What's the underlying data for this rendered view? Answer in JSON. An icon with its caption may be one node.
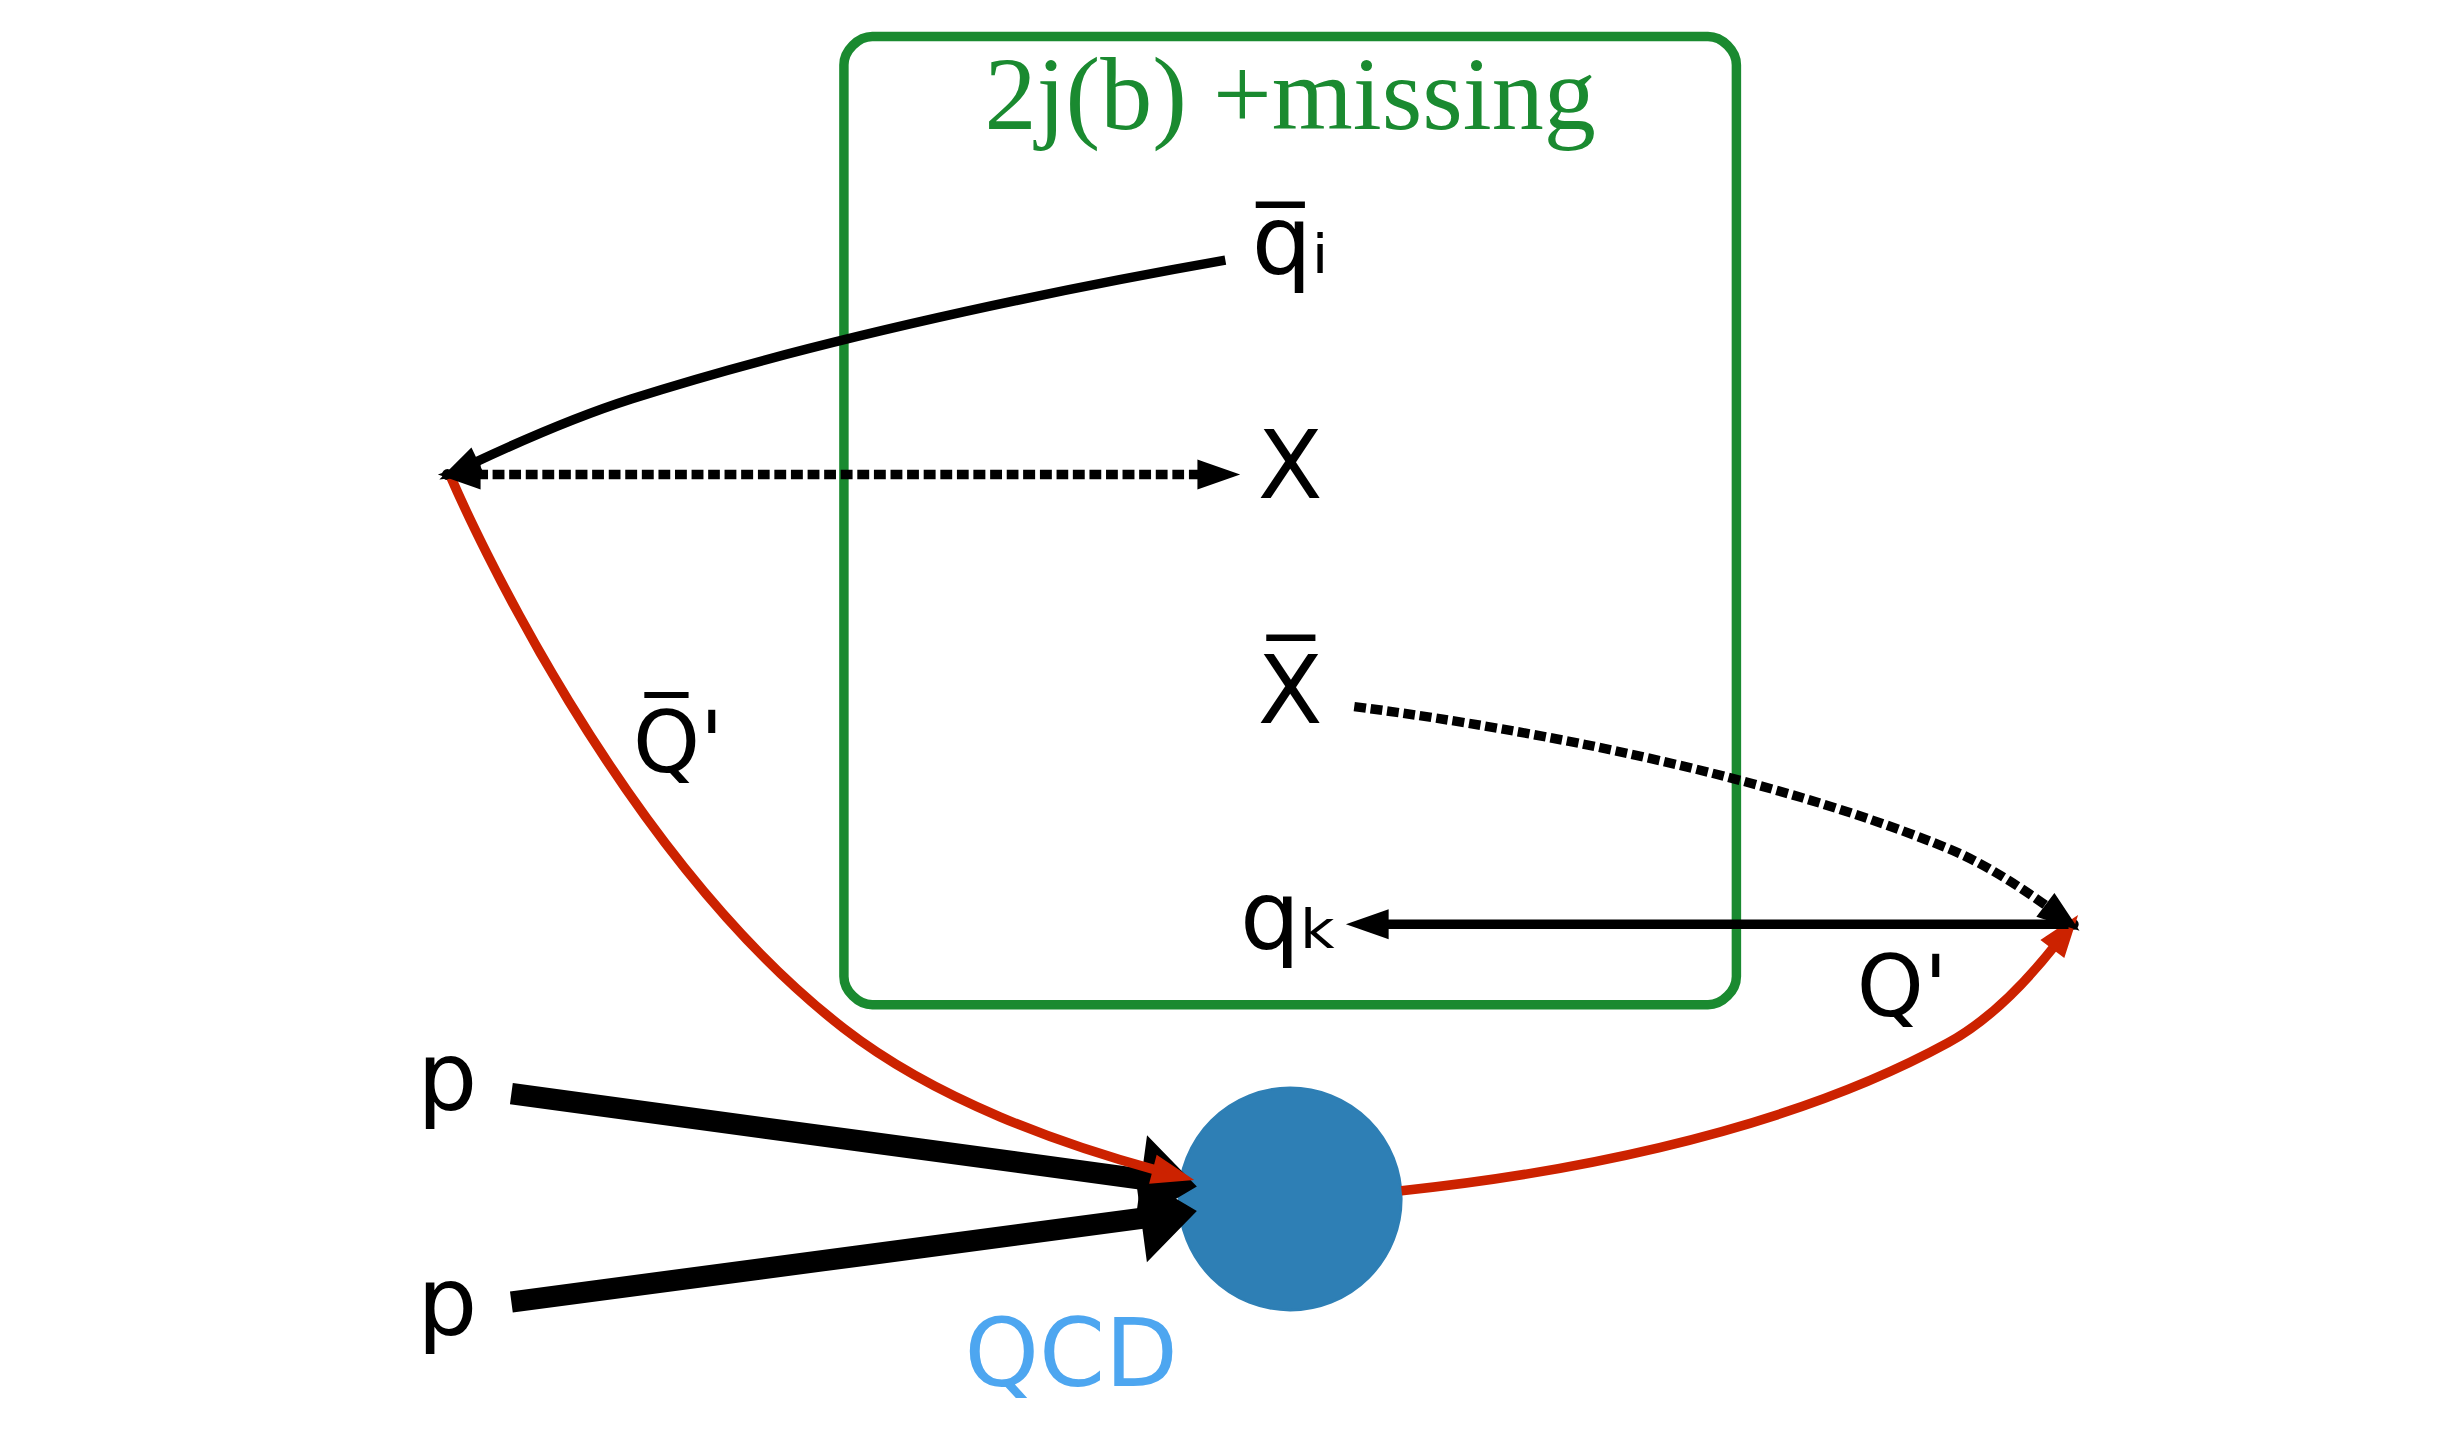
{
  "diagram": {
    "nodes": [
      {
        "text": [
          "p"
        ]
      },
      {
        "text": [
          "p"
        ]
      },
      {
        "text": [],
        "shape": "circle",
        "beside": [
          "QCD"
        ]
      },
      {
        "text": [],
        "shape": "point"
      },
      {
        "text": [],
        "shape": "point"
      },
      {
        "text": [
          "2j(b) +missing"
        ]
      },
      {
        "text": [
          "X"
        ],
        "in": 5
      },
      {
        "text": [
          "q̅ᵢ"
        ],
        "in": 5
      },
      {
        "text": [
          "qₖ"
        ],
        "in": 5
      },
      {
        "text": [
          "X̅"
        ],
        "in": 5
      }
    ],
    "edges": [
      {
        "from": 0,
        "to": 2,
        "arrow": "to",
        "style": "thick"
      },
      {
        "from": 1,
        "to": 2,
        "arrow": "to",
        "style": "thick"
      },
      {
        "from": 3,
        "to": 2,
        "arrow": "to",
        "color": "#cc2200",
        "label": "Q̅'"
      },
      {
        "from": 2,
        "to": 4,
        "arrow": "to",
        "color": "#cc2200",
        "label": "Q'"
      },
      {
        "from": 3,
        "to": 6,
        "arrow": "both",
        "style": "dashed"
      },
      {
        "from": 7,
        "to": 3,
        "arrow": "to"
      },
      {
        "from": 4,
        "to": 8,
        "arrow": "to"
      },
      {
        "from": 9,
        "to": 4,
        "arrow": "to",
        "style": "dashed"
      }
    ]
  }
}
